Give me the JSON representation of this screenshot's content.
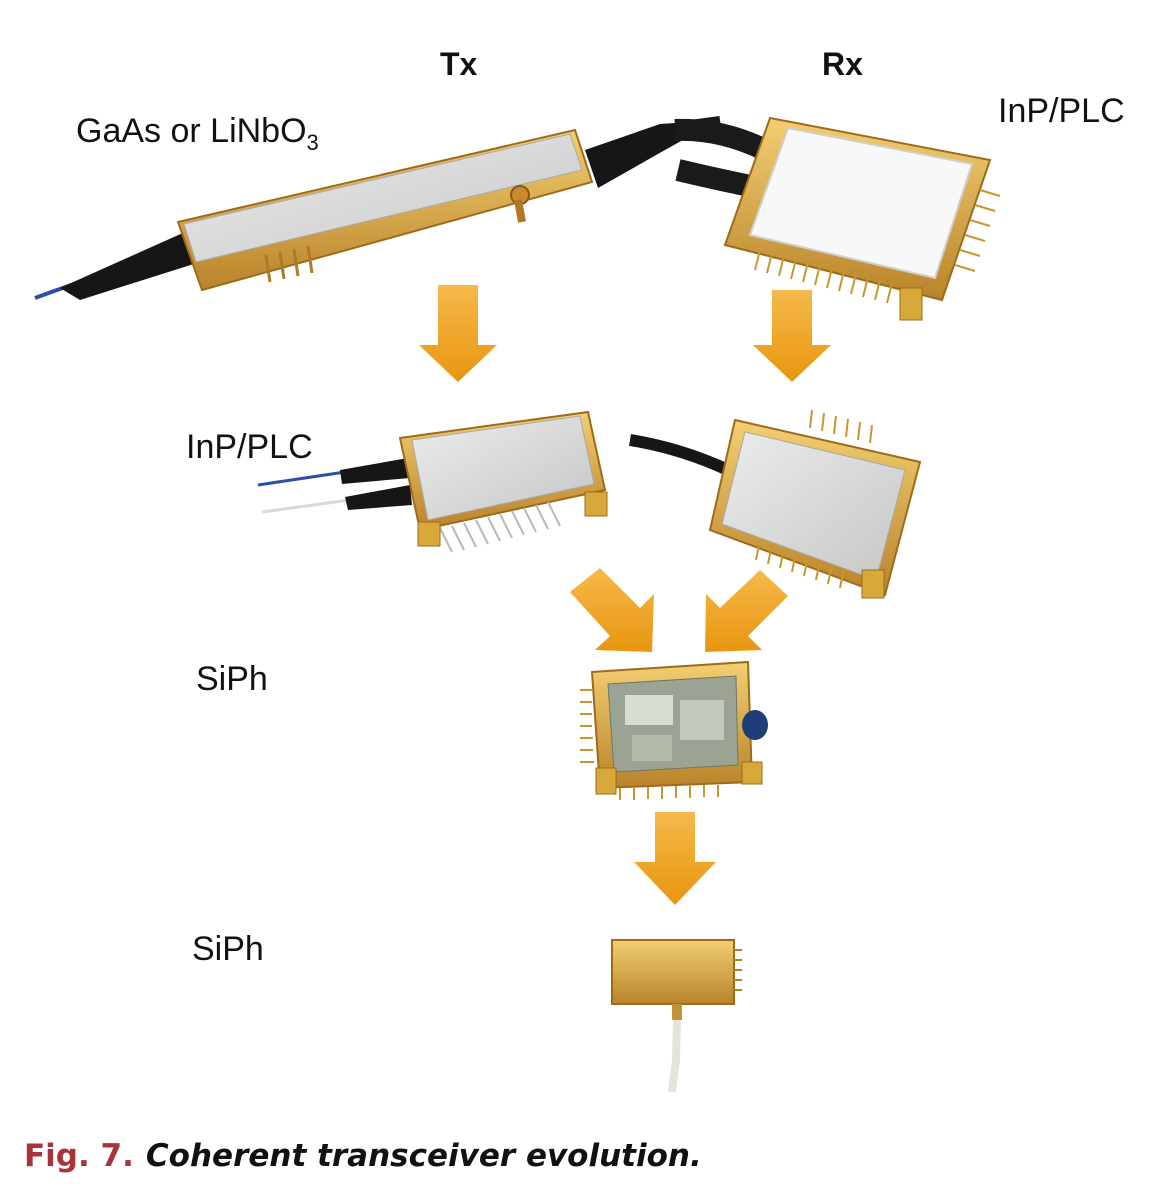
{
  "figure": {
    "column_headers": {
      "tx": "Tx",
      "rx": "Rx"
    },
    "tech_labels": {
      "tx_gen1": "GaAs or LiNbO",
      "tx_gen1_subscript": "3",
      "rx_gen1": "InP/PLC",
      "gen2": "InP/PLC",
      "gen3": "SiPh",
      "gen4": "SiPh"
    },
    "colors": {
      "arrow": "#f0a21f",
      "gold": "#d9a83a",
      "lid": "#d8d8d8",
      "fiber": "#1b1b1b",
      "caption_number": "#a8343a"
    }
  },
  "caption": {
    "number": "Fig. 7.",
    "text": "Coherent transceiver evolution."
  }
}
